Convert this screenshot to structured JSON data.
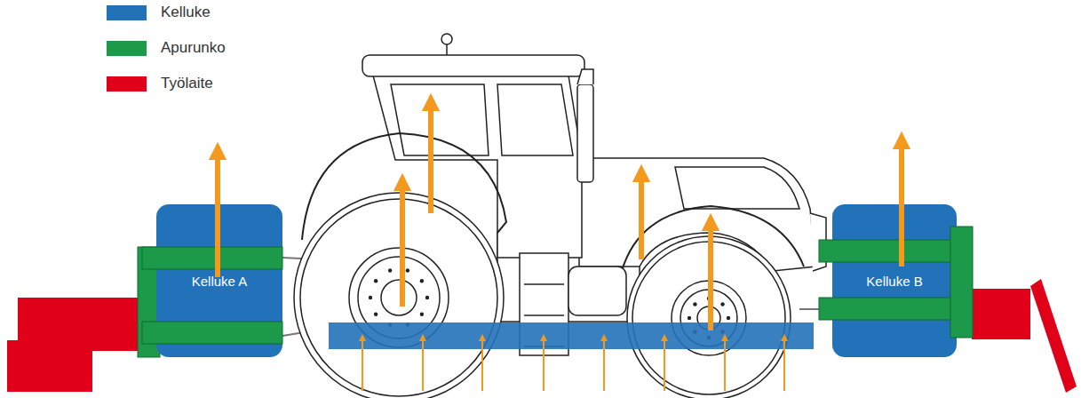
{
  "diagram": {
    "nodes": [
      {
        "text": [
          "Kelluke A"
        ]
      },
      {
        "text": [
          "Kelluke B"
        ]
      }
    ],
    "legend": [
      {
        "text": "Kelluke",
        "color": "#2272b9"
      },
      {
        "text": "Apurunko",
        "color": "#1c9a4a"
      },
      {
        "text": "Työlaite",
        "color": "#e1001a"
      }
    ]
  }
}
